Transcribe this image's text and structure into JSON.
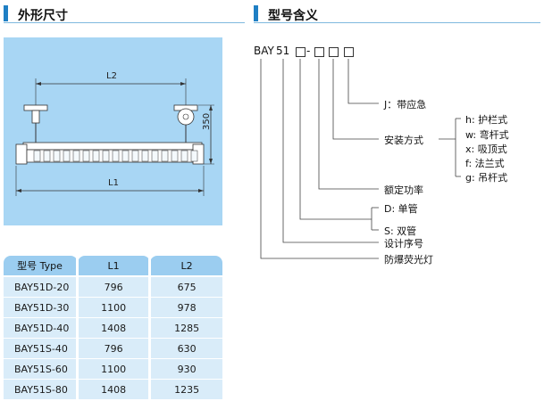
{
  "left_section": {
    "title": "外形尺寸"
  },
  "right_section": {
    "title": "型号含义"
  },
  "drawing": {
    "label_l2": "L2",
    "label_l1": "L1",
    "label_350": "350"
  },
  "table": {
    "headers": [
      "型号 Type",
      "L1",
      "L2"
    ],
    "rows": [
      [
        "BAY51D-20",
        "796",
        "675"
      ],
      [
        "BAY51D-30",
        "1100",
        "978"
      ],
      [
        "BAY51D-40",
        "1408",
        "1285"
      ],
      [
        "BAY51S-40",
        "796",
        "630"
      ],
      [
        "BAY51S-60",
        "1100",
        "930"
      ],
      [
        "BAY51S-80",
        "1408",
        "1235"
      ]
    ]
  },
  "model_code": {
    "prefix": "BAY",
    "number": "51",
    "dash": "-",
    "emergency": "J：带应急",
    "install": "安装方式",
    "install_options": [
      "h: 护栏式",
      "w: 弯杆式",
      "x: 吸顶式",
      "f: 法兰式",
      "g: 吊杆式"
    ],
    "power": "额定功率",
    "tube_single": "D: 单管",
    "tube_double": "S:  双管",
    "design": "设计序号",
    "product": "防爆荧光灯"
  }
}
